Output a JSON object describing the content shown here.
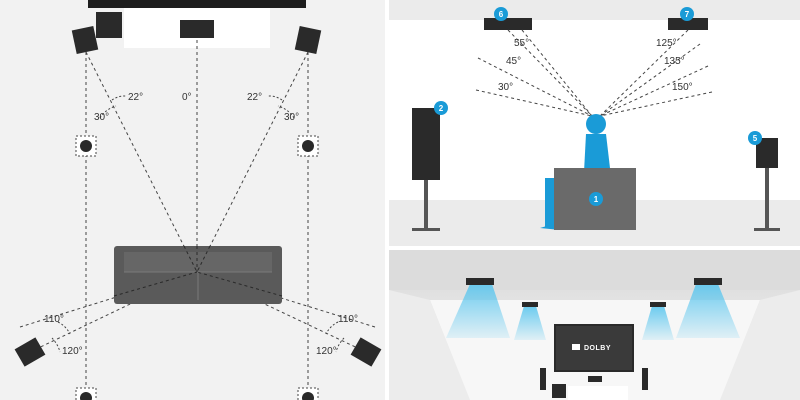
{
  "top_view": {
    "angles": {
      "center": "0°",
      "front_left_inner": "22°",
      "front_left_outer": "30°",
      "front_right_inner": "22°",
      "front_right_outer": "30°",
      "surround_left_inner": "110°",
      "surround_left_outer": "120°",
      "surround_right_inner": "110°",
      "surround_right_outer": "120°"
    }
  },
  "side_view": {
    "markers": [
      "1",
      "2",
      "5",
      "6",
      "7"
    ],
    "left_angles": [
      "55°",
      "45°",
      "30°"
    ],
    "right_angles": [
      "125°",
      "135°",
      "150°"
    ]
  },
  "room_view": {
    "screen_logo": "DOLBY"
  },
  "colors": {
    "accent": "#1a9bd7",
    "speaker": "#2a2a2a",
    "floor": "#f2f2f2",
    "sofa": "#5a5a5a",
    "beam": "#5cc6ee"
  }
}
